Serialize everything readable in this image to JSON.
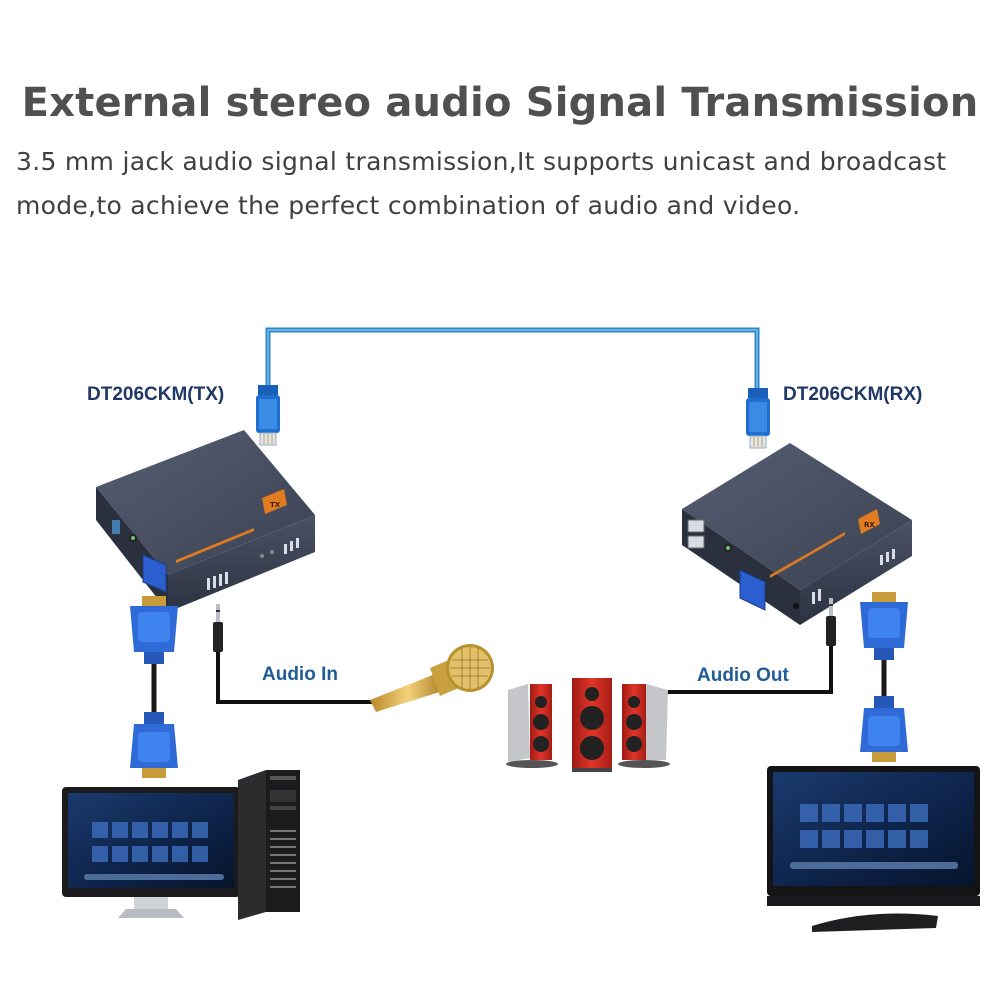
{
  "header": {
    "title": "External stereo audio Signal Transmission",
    "description": "3.5 mm jack audio signal transmission,It supports unicast and broadcast mode,to achieve the perfect combination of audio and video."
  },
  "devices": {
    "tx": {
      "label": "DT206CKM(TX)",
      "badge": "TX"
    },
    "rx": {
      "label": "DT206CKM(RX)",
      "badge": "RX"
    }
  },
  "audio": {
    "in_label": "Audio In",
    "out_label": "Audio Out"
  },
  "colors": {
    "cable_blue": "#2e86c8",
    "rj45_blue": "#1f6fd1",
    "vga_blue": "#2f6bd6",
    "device_body": "#3b4254",
    "badge_orange": "#e07b20",
    "label_dark": "#1f3864",
    "label_audio": "#1f5d99",
    "speaker_red": "#d42a20"
  },
  "icons": [
    "rj45-plug-icon",
    "vga-connector-icon",
    "audio-jack-icon",
    "microphone-icon",
    "speaker-icon",
    "monitor-icon",
    "desktop-tower-icon"
  ]
}
